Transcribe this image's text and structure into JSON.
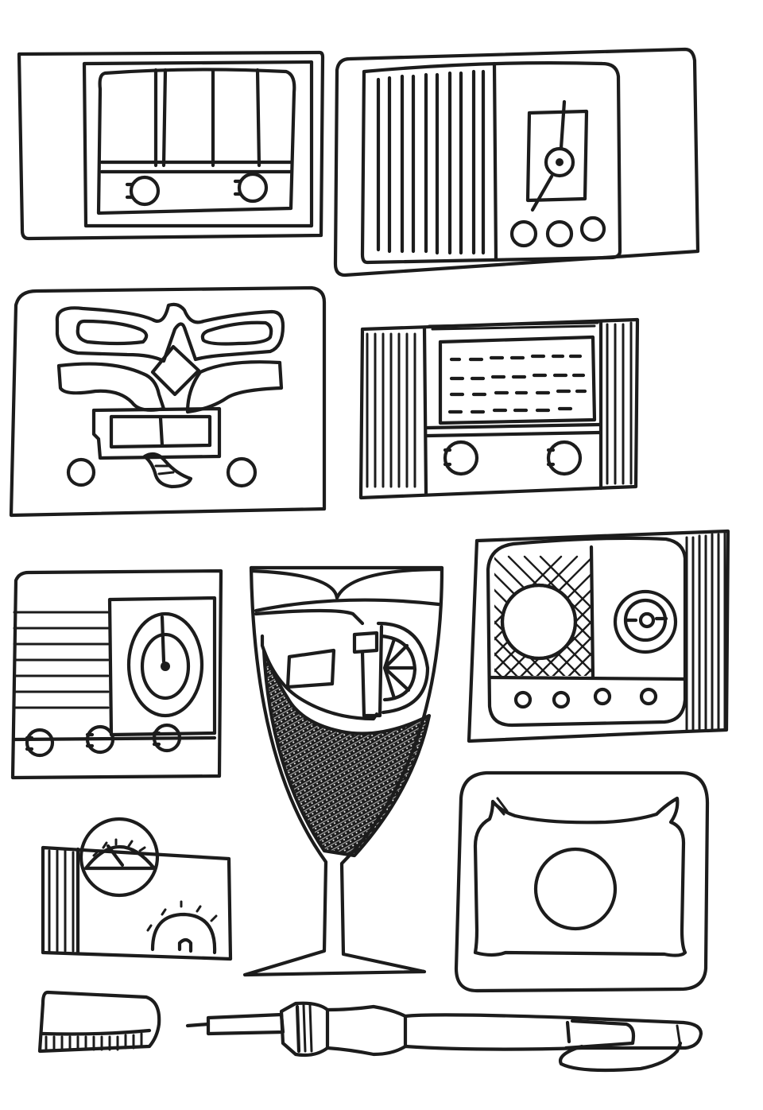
{
  "image": {
    "kind": "pen-sketch",
    "ink_color": "#1c1c1c",
    "paper_color": "#ffffff",
    "shading_color": "#9a9a9a"
  },
  "drawings": [
    {
      "id": "radio-grille-bars",
      "icon": "radio-icon"
    },
    {
      "id": "radio-striped-speaker",
      "icon": "radio-icon"
    },
    {
      "id": "radio-ornate-front",
      "icon": "radio-icon"
    },
    {
      "id": "radio-dashed-dial",
      "icon": "radio-icon"
    },
    {
      "id": "radio-oval-dial",
      "icon": "radio-icon"
    },
    {
      "id": "drink-glass-with-lemon",
      "icon": "glass-icon"
    },
    {
      "id": "radio-mesh-speaker",
      "icon": "radio-icon"
    },
    {
      "id": "meter-box",
      "icon": "gauge-icon"
    },
    {
      "id": "cushion",
      "icon": "pillow-icon"
    },
    {
      "id": "eraser",
      "icon": "eraser-icon"
    },
    {
      "id": "mechanical-pencil",
      "icon": "pencil-icon"
    }
  ]
}
